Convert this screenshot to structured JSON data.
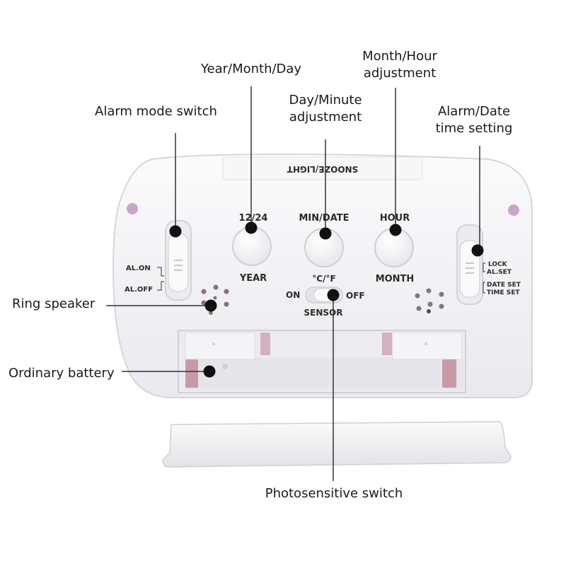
{
  "callouts": {
    "year_month_day": "Year/Month/Day",
    "month_hour_line1": "Month/Hour",
    "month_hour_line2": "adjustment",
    "day_minute_line1": "Day/Minute",
    "day_minute_line2": "adjustment",
    "alarm_mode_switch": "Alarm mode switch",
    "alarm_date_line1": "Alarm/Date",
    "alarm_date_line2": "time setting",
    "ring_speaker": "Ring speaker",
    "ordinary_battery": "Ordinary battery",
    "photosensitive_switch": "Photosensitive switch"
  },
  "device_labels": {
    "top_strip": "SNOOZE/LIGHT",
    "btn_12_24": "12/24",
    "btn_min_date": "MIN/DATE",
    "btn_hour": "HOUR",
    "btn_year": "YEAR",
    "btn_temp": "°C/°F",
    "btn_month": "MONTH",
    "al_on": "AL.ON",
    "al_off": "AL.OFF",
    "sensor_on": "ON",
    "sensor_off": "OFF",
    "sensor": "SENSOR",
    "lock": "LOCK",
    "al_set": "AL.SET",
    "date_set": "DATE SET",
    "time_set": "TIME SET"
  },
  "colors": {
    "body": "#f3f3f5",
    "body_edge": "#d9d9de",
    "callout_line": "#333333",
    "callout_dot": "#111111",
    "battery_contact": "#c79aa8"
  }
}
